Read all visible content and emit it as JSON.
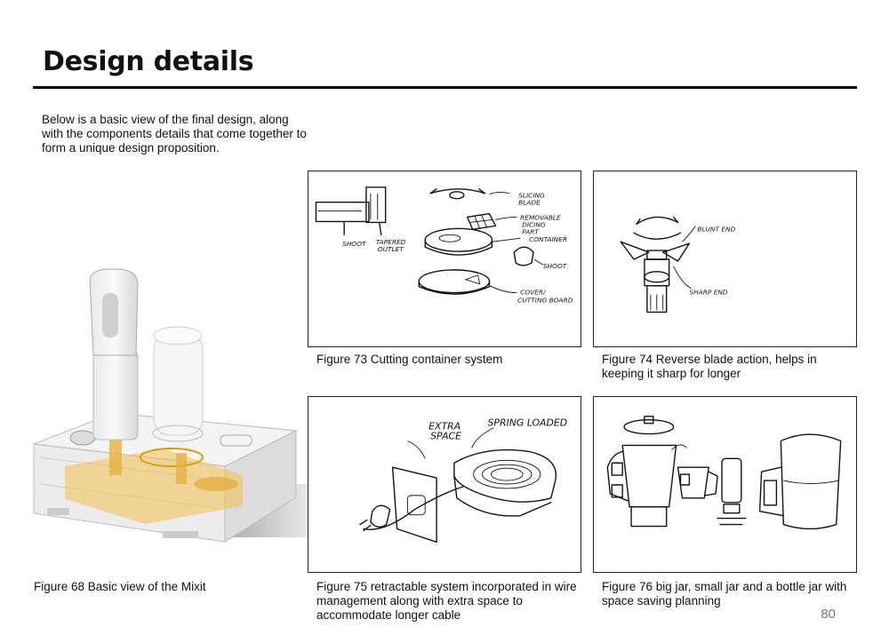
{
  "header": {
    "title": "Design details"
  },
  "intro": {
    "text": "Below is a basic view of the final design, along with the components details that come together to form a unique design proposition."
  },
  "figures": {
    "fig68": {
      "caption": "Figure 68 Basic view of the Mixit"
    },
    "fig73": {
      "caption": "Figure 73  Cutting container system",
      "labels": {
        "slicing": "SLICING",
        "blade": "BLADE",
        "removable": "REMOVABLE",
        "dicing": "DICING",
        "part": "PART",
        "container": "CONTAINER",
        "shoot_right": "SHOOT",
        "cover": "COVER/",
        "cutting_board": "CUTTING BOARD",
        "shoot_left": "SHOOT",
        "tapered": "TAPERED",
        "outlet": "OUTLET"
      }
    },
    "fig74": {
      "caption": "Figure 74 Reverse blade action, helps in keeping it sharp for longer",
      "labels": {
        "blunt_end": "BLUNT END",
        "sharp_end": "SHARP END"
      }
    },
    "fig75": {
      "caption": "Figure 75 retractable system incorporated in wire management along with extra space to accommodate longer cable",
      "labels": {
        "extra": "EXTRA",
        "space": "SPACE",
        "spring_loaded": "SPRING LOADED"
      }
    },
    "fig76": {
      "caption": "Figure 76 big jar, small jar and a bottle jar with space saving planning"
    }
  },
  "footer": {
    "page_number": "80"
  }
}
